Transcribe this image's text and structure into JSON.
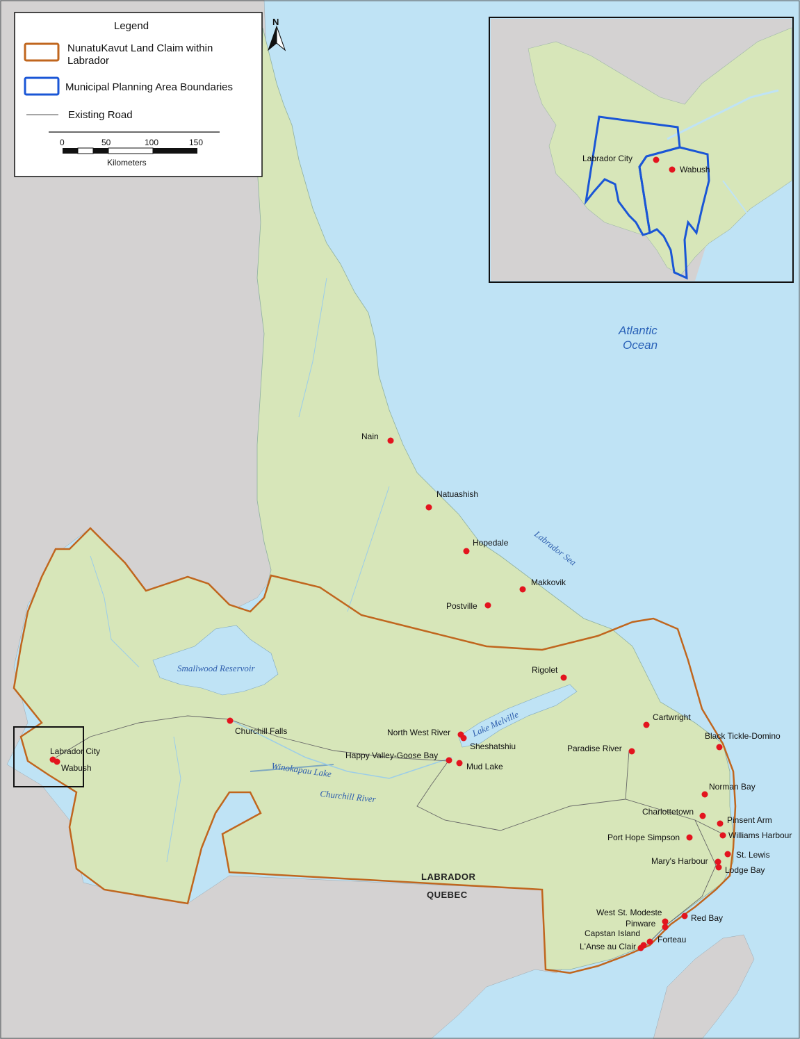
{
  "colors": {
    "water": "#bfe3f5",
    "land_other": "#d4d2d2",
    "land_labrador": "#d7e6b9",
    "claim_boundary": "#c0661e",
    "planning_boundary": "#1a56d6",
    "community": "#e3141e",
    "road": "#666666"
  },
  "legend": {
    "title": "Legend",
    "items": [
      {
        "label_line1": "NunatuKavut Land Claim within",
        "label_line2": "Labrador",
        "symbol": "orange-outline-box"
      },
      {
        "label_line1": "Municipal Planning Area Boundaries",
        "symbol": "blue-outline-box"
      },
      {
        "label_line1": "Existing Road",
        "symbol": "grey-line"
      }
    ],
    "scale": {
      "ticks": [
        "0",
        "50",
        "100",
        "150"
      ],
      "units": "Kilometers"
    }
  },
  "north_arrow": {
    "label": "N"
  },
  "water_labels": {
    "ocean_line1": "Atlantic",
    "ocean_line2": "Ocean",
    "labrador_sea": "Labrador Sea",
    "smallwood": "Smallwood Reservoir",
    "melville": "Lake Melville",
    "winokapau": "Winokapau Lake",
    "churchill_river": "Churchill River"
  },
  "region_labels": {
    "labrador": "LABRADOR",
    "quebec": "QUEBEC"
  },
  "communities": [
    {
      "name": "Nain"
    },
    {
      "name": "Natuashish"
    },
    {
      "name": "Hopedale"
    },
    {
      "name": "Makkovik"
    },
    {
      "name": "Postville"
    },
    {
      "name": "Rigolet"
    },
    {
      "name": "Churchill Falls"
    },
    {
      "name": "North West River"
    },
    {
      "name": "Sheshatshiu"
    },
    {
      "name": "Happy Valley-Goose Bay"
    },
    {
      "name": "Mud Lake"
    },
    {
      "name": "Cartwright"
    },
    {
      "name": "Paradise River"
    },
    {
      "name": "Black Tickle-Domino"
    },
    {
      "name": "Norman Bay"
    },
    {
      "name": "Charlottetown"
    },
    {
      "name": "Pinsent Arm"
    },
    {
      "name": "Williams Harbour"
    },
    {
      "name": "Port Hope Simpson"
    },
    {
      "name": "St. Lewis"
    },
    {
      "name": "Mary's Harbour"
    },
    {
      "name": "Lodge Bay"
    },
    {
      "name": "West St. Modeste"
    },
    {
      "name": "Pinware"
    },
    {
      "name": "Red Bay"
    },
    {
      "name": "Capstan Island"
    },
    {
      "name": "Forteau"
    },
    {
      "name": "L'Anse au Clair"
    },
    {
      "name": "Labrador City"
    },
    {
      "name": "Wabush"
    }
  ],
  "inset": {
    "communities": [
      {
        "name": "Labrador City"
      },
      {
        "name": "Wabush"
      }
    ]
  }
}
